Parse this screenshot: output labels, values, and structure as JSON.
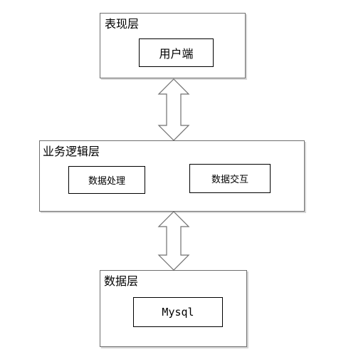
{
  "layers": {
    "presentation": {
      "title": "表现层",
      "components": [
        "用户端"
      ]
    },
    "business_logic": {
      "title": "业务逻辑层",
      "components": [
        "数据处理",
        "数据交互"
      ]
    },
    "data": {
      "title": "数据层",
      "components": [
        "Mysql"
      ]
    }
  },
  "connections": [
    {
      "from": "表现层",
      "to": "业务逻辑层",
      "direction": "bidirectional"
    },
    {
      "from": "业务逻辑层",
      "to": "数据层",
      "direction": "bidirectional"
    }
  ],
  "colors": {
    "box_border": "#6f6f6f",
    "arrow_stroke": "#707070",
    "arrow_fill": "#ffffff"
  }
}
